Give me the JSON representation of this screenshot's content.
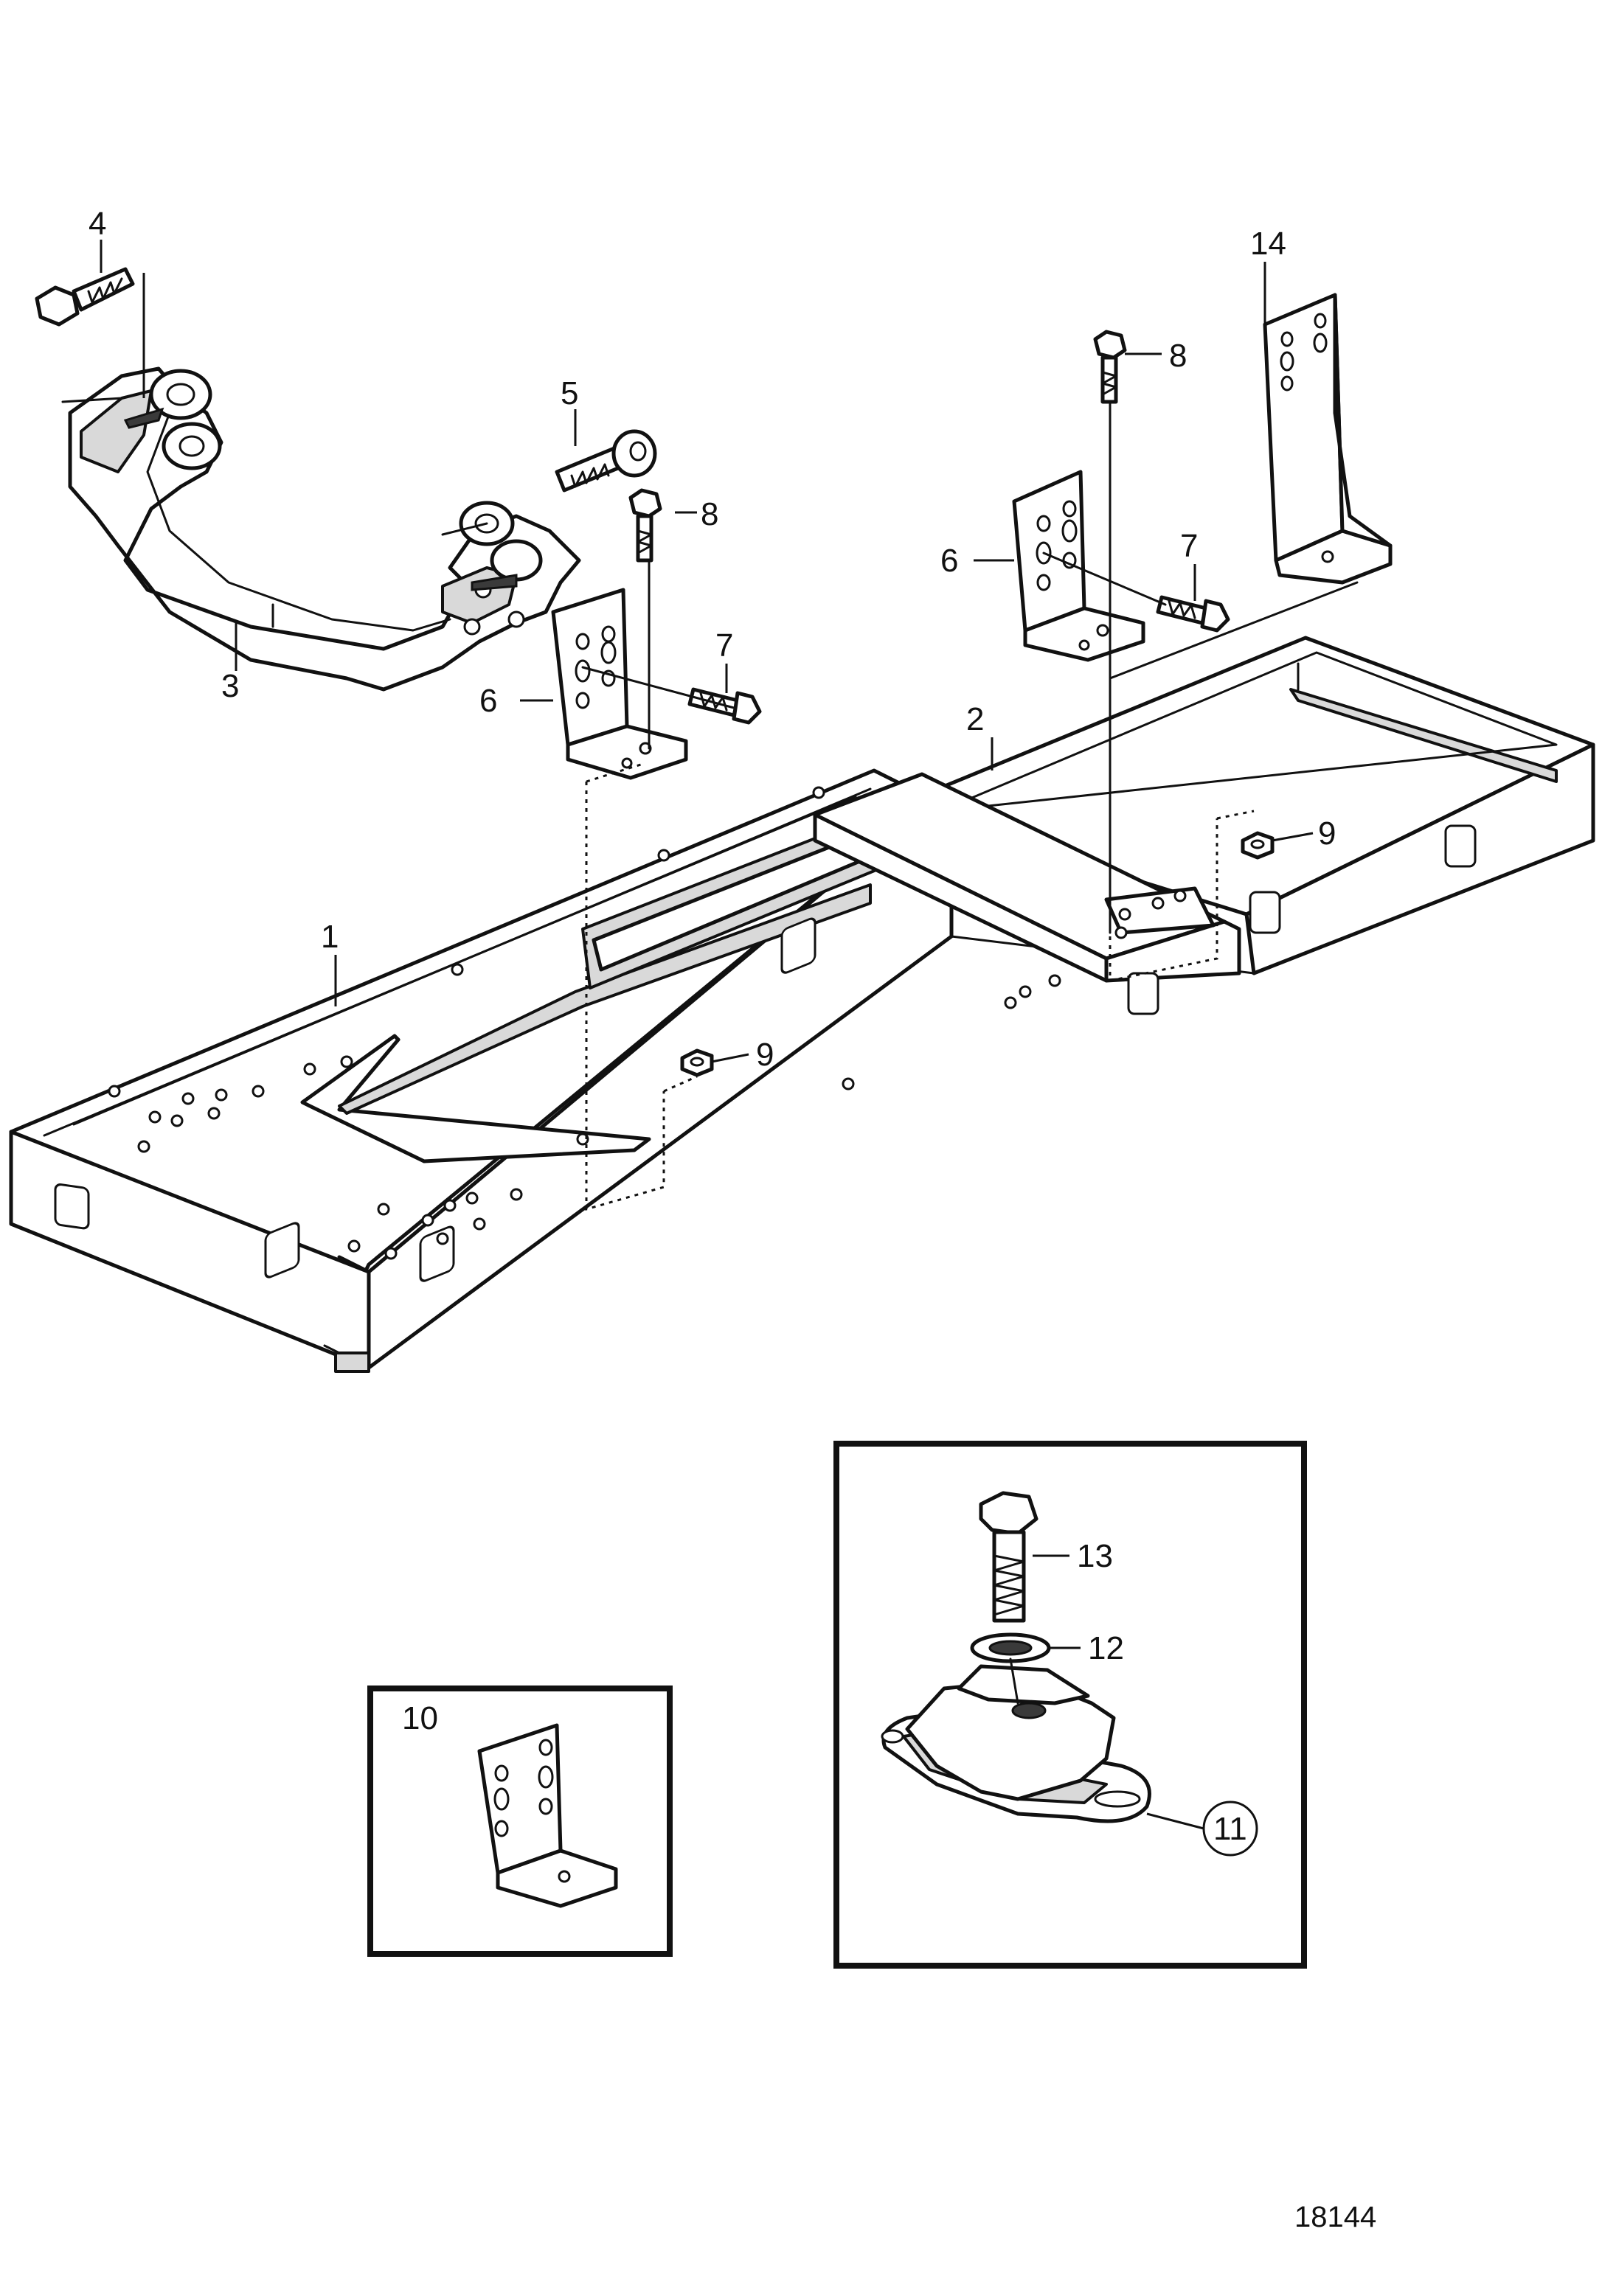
{
  "callouts": {
    "c1": "1",
    "c2": "2",
    "c3": "3",
    "c4": "4",
    "c5": "5",
    "c6a": "6",
    "c6b": "6",
    "c7a": "7",
    "c7b": "7",
    "c8a": "8",
    "c8b": "8",
    "c9a": "9",
    "c9b": "9",
    "c10": "10",
    "c11": "11",
    "c12": "12",
    "c13": "13",
    "c14": "14"
  },
  "figure_number": "18144"
}
